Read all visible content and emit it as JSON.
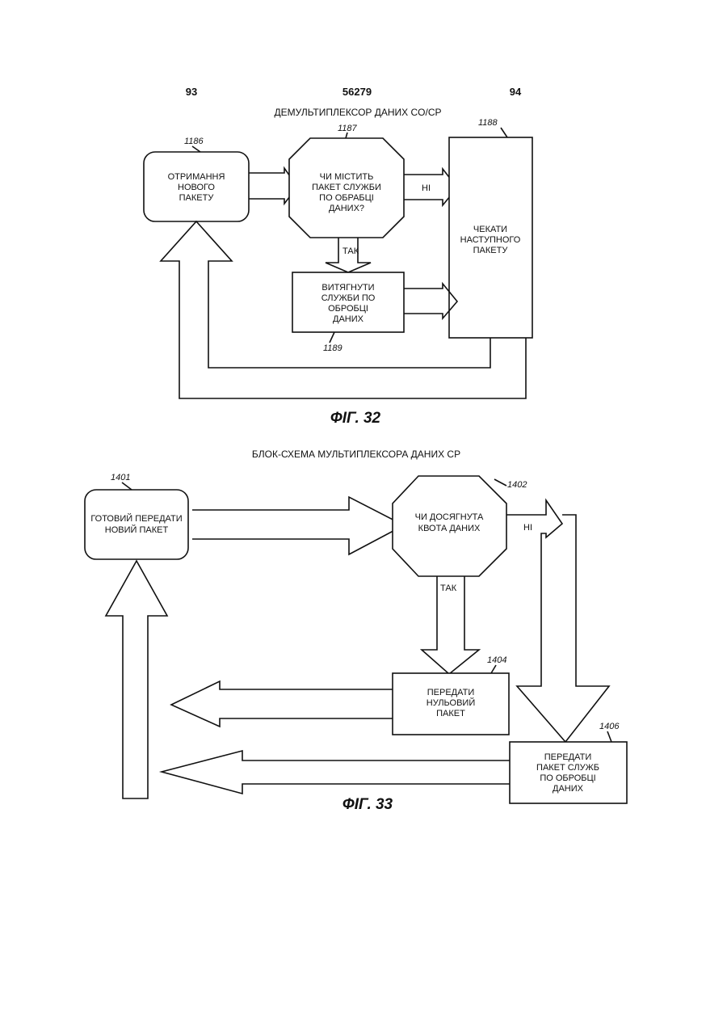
{
  "header": {
    "page_left": "93",
    "page_center": "56279",
    "page_right": "94"
  },
  "fig32": {
    "title": "ДЕМУЛЬТИПЛЕКСОР ДАНИХ CO/CP",
    "caption": "ФІГ. 32",
    "receive": {
      "ref": "1186",
      "lines": [
        "ОТРИМАННЯ",
        "НОВОГО",
        "ПАКЕТУ"
      ]
    },
    "decision": {
      "ref": "1187",
      "lines": [
        "ЧИ МІСТИТЬ",
        "ПАКЕТ СЛУЖБИ",
        "ПО ОБРАБЦІ",
        "ДАНИХ?"
      ]
    },
    "wait": {
      "ref": "1188",
      "lines": [
        "ЧЕКАТИ",
        "НАСТУПНОГО",
        "ПАКЕТУ"
      ]
    },
    "extract": {
      "ref": "1189",
      "lines": [
        "ВИТЯГНУТИ",
        "СЛУЖБИ ПО",
        "ОБРОБЦІ",
        "ДАНИХ"
      ]
    },
    "yes_label": "ТАК",
    "no_label": "НІ"
  },
  "fig33": {
    "title": "БЛОК-СХЕМА МУЛЬТИПЛЕКСОРА ДАНИХ CP",
    "caption": "ФІГ. 33",
    "ready": {
      "ref": "1401",
      "lines": [
        "ГОТОВИЙ ПЕРЕДАТИ",
        "НОВИЙ ПАКЕТ"
      ]
    },
    "decision": {
      "ref": "1402",
      "lines": [
        "ЧИ ДОСЯГНУТА",
        "КВОТА ДАНИХ"
      ]
    },
    "null_packet": {
      "ref": "1404",
      "lines": [
        "ПЕРЕДАТИ",
        "НУЛЬОВИЙ",
        "ПАКЕТ"
      ]
    },
    "service_packet": {
      "ref": "1406",
      "lines": [
        "ПЕРЕДАТИ",
        "ПАКЕТ СЛУЖБ",
        "ПО ОБРОБЦІ",
        "ДАНИХ"
      ]
    },
    "yes_label": "ТАК",
    "no_label": "НІ"
  }
}
